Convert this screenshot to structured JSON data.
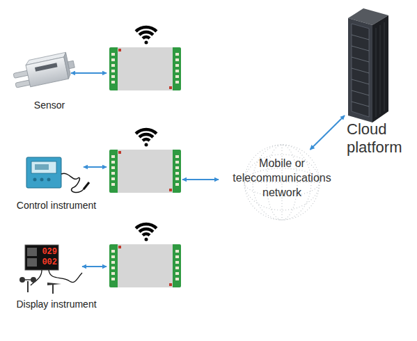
{
  "diagram": {
    "nodes": [
      {
        "text": [
          "Sensor"
        ]
      },
      {
        "text": [
          "Control instrument"
        ]
      },
      {
        "text": [
          "Display instrument"
        ]
      },
      {
        "text": [
          "Mobile or telecommunications network"
        ]
      },
      {
        "text": [
          "Cloud platform"
        ]
      }
    ],
    "edges": [
      {
        "from": 3,
        "to": 4,
        "arrow": "both"
      }
    ],
    "labels": [
      "029",
      "002"
    ]
  }
}
